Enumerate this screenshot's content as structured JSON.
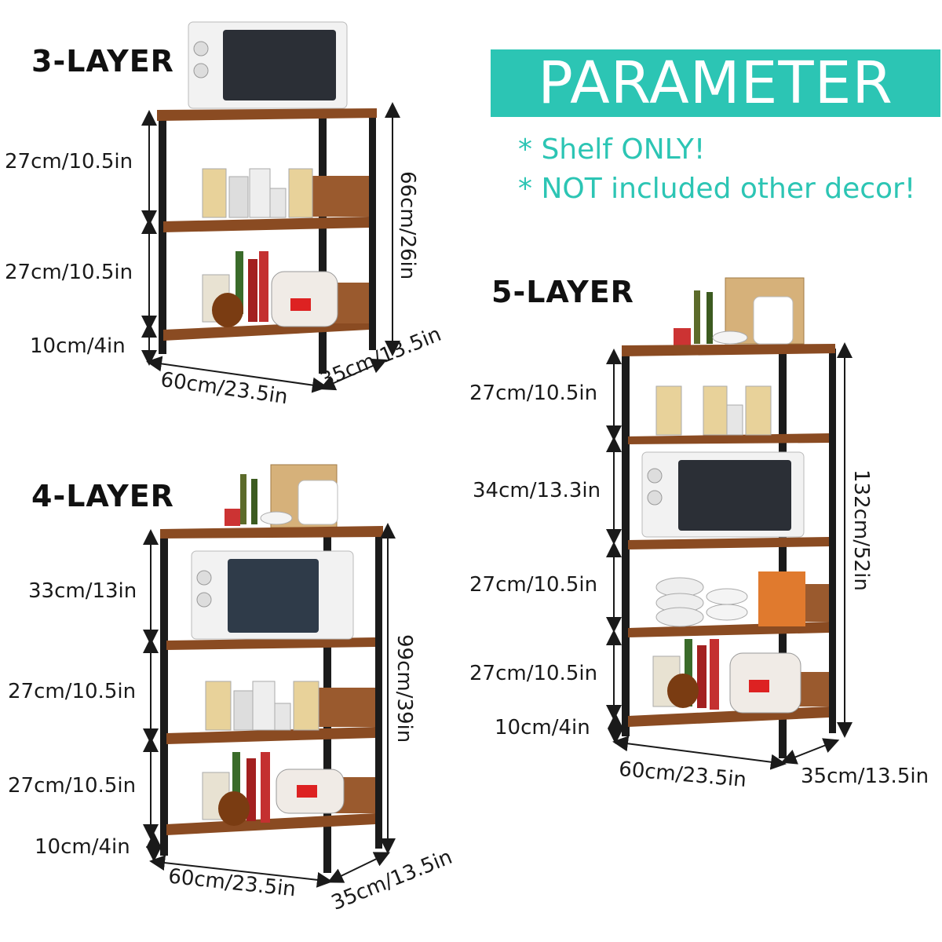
{
  "banner": {
    "title": "PARAMETER"
  },
  "notes": [
    "* Shelf ONLY!",
    "* NOT included other decor!"
  ],
  "shelves": {
    "three": {
      "title": "3-LAYER",
      "gaps": [
        "27cm/10.5in",
        "27cm/10.5in",
        "10cm/4in"
      ],
      "height": "66cm/26in",
      "width": "60cm/23.5in",
      "depth": "35cm/13.5in"
    },
    "four": {
      "title": "4-LAYER",
      "gaps": [
        "33cm/13in",
        "27cm/10.5in",
        "27cm/10.5in",
        "10cm/4in"
      ],
      "height": "99cm/39in",
      "width": "60cm/23.5in",
      "depth": "35cm/13.5in"
    },
    "five": {
      "title": "5-LAYER",
      "gaps": [
        "27cm/10.5in",
        "34cm/13.3in",
        "27cm/10.5in",
        "27cm/10.5in",
        "10cm/4in"
      ],
      "height": "132cm/52in",
      "width": "60cm/23.5in",
      "depth": "35cm/13.5in"
    }
  },
  "colors": {
    "accent": "#2cc5b4",
    "wood": "#8a4b22",
    "frame": "#1b1b1b"
  }
}
